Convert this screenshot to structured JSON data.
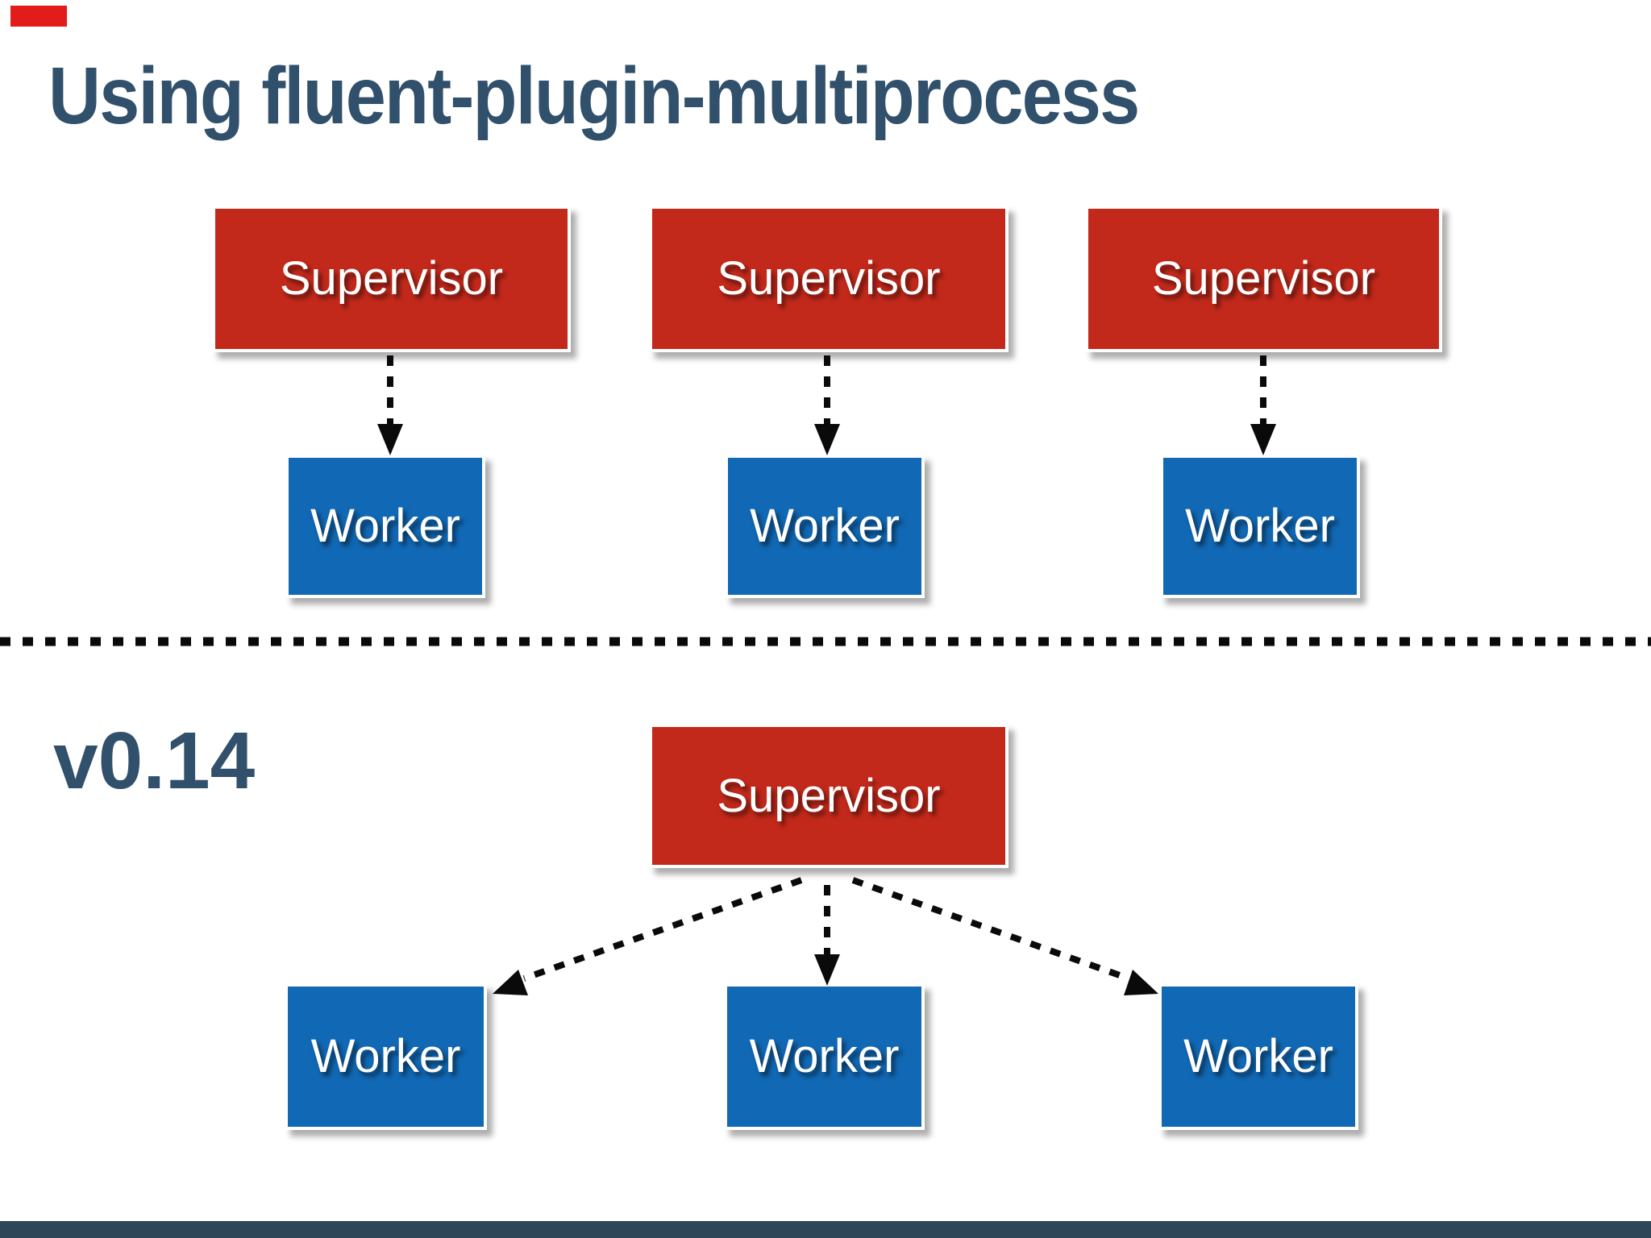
{
  "slide": {
    "title": "Using fluent-plugin-multiprocess",
    "section_top": {
      "pairs": [
        {
          "supervisor": "Supervisor",
          "worker": "Worker"
        },
        {
          "supervisor": "Supervisor",
          "worker": "Worker"
        },
        {
          "supervisor": "Supervisor",
          "worker": "Worker"
        }
      ]
    },
    "section_bottom": {
      "version_label": "v0.14",
      "supervisor": "Supervisor",
      "workers": [
        "Worker",
        "Worker",
        "Worker"
      ]
    },
    "colors": {
      "background": "#FFFFFF",
      "supervisor_box": "#C3291B",
      "worker_box": "#1168B4",
      "heading_text": "#31506B",
      "box_text": "#FFFFFF",
      "arrow": "#0A0A0A",
      "footer_bar": "#2F4558",
      "corner_mark": "#E21B1B"
    }
  }
}
